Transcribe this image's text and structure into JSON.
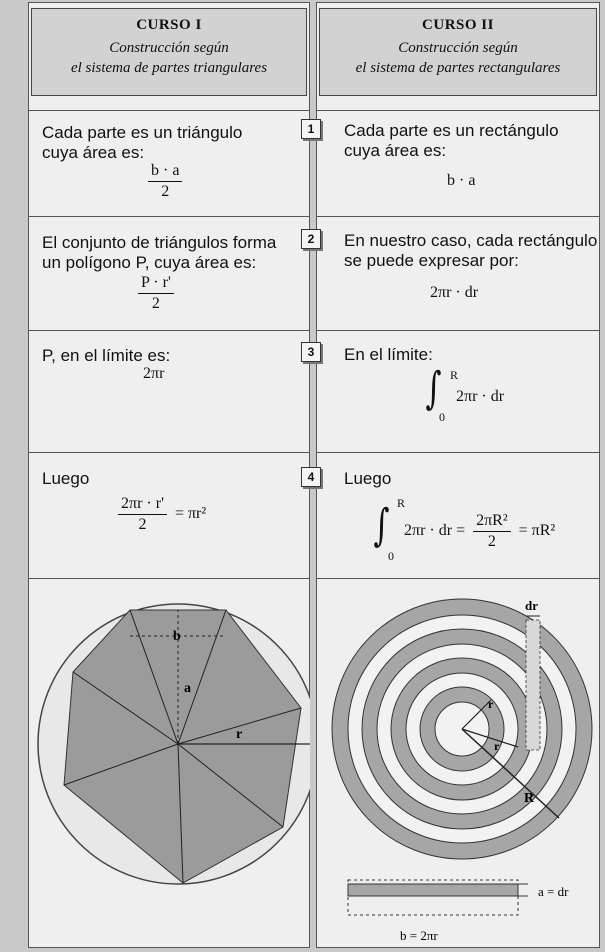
{
  "left": {
    "title": "CURSO I",
    "subtitle_line1": "Construcción según",
    "subtitle_line2": "el sistema de partes triangulares",
    "step1": {
      "line1": "Cada parte es un triángulo",
      "line2": "cuya área es:",
      "frac_num": "b · a",
      "frac_den": "2"
    },
    "step2": {
      "line1": "El conjunto de triángulos forma",
      "line2": "un polígono P, cuya área es:",
      "frac_num": "P · r'",
      "frac_den": "2"
    },
    "step3": {
      "line1": "P, en el límite es:",
      "value": "2πr"
    },
    "step4": {
      "line1": "Luego",
      "frac_num": "2πr · r'",
      "frac_den": "2",
      "rhs": "= πr²"
    },
    "figure": {
      "label_b": "b",
      "label_a": "a",
      "label_r": "r"
    }
  },
  "right": {
    "title": "CURSO II",
    "subtitle_line1": "Construcción según",
    "subtitle_line2": "el sistema de partes rectangulares",
    "step1": {
      "line1": "Cada parte es un rectángulo",
      "line2": "cuya área es:",
      "expr": "b · a"
    },
    "step2": {
      "line1": "En nuestro caso, cada rectángulo",
      "line2": "se puede expresar por:",
      "expr": "2πr · dr"
    },
    "step3": {
      "line1": "En el límite:",
      "upper": "R",
      "lower": "0",
      "integrand": "2πr · dr"
    },
    "step4": {
      "line1": "Luego",
      "upper": "R",
      "lower": "0",
      "lhs": "2πr · dr =",
      "frac_num": "2πR²",
      "frac_den": "2",
      "rhs": "= πR²"
    },
    "figure": {
      "label_dr": "dr",
      "label_r": "r",
      "label_r2": "r",
      "label_R": "R",
      "label_a": "a = dr",
      "label_b": "b = 2πr"
    }
  },
  "badges": [
    "1",
    "2",
    "3",
    "4"
  ]
}
